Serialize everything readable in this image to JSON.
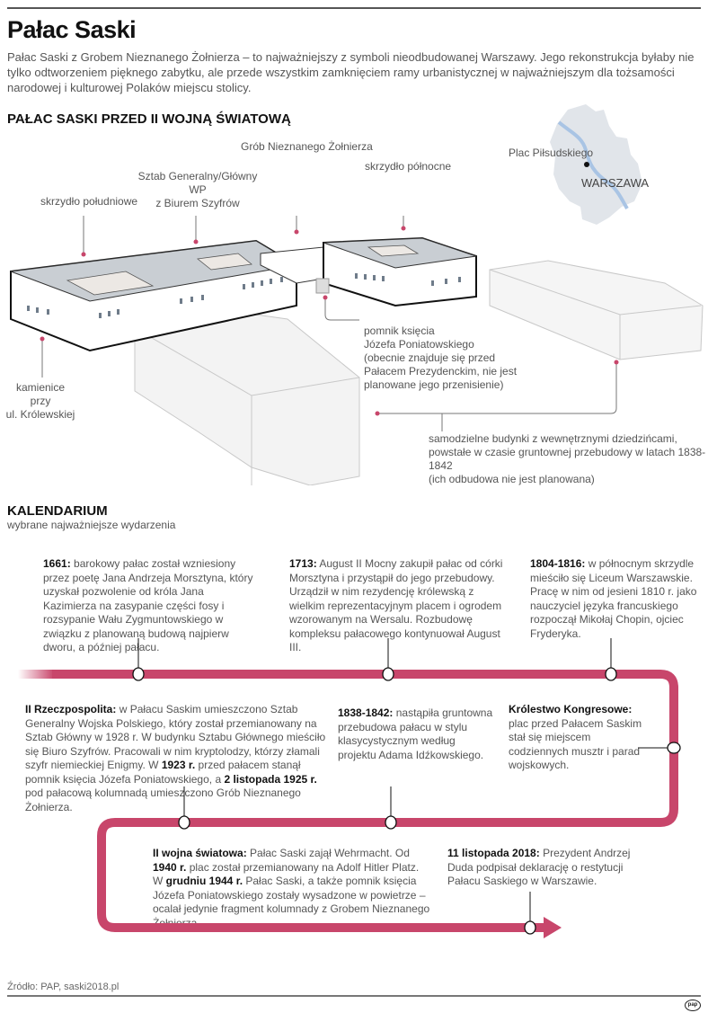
{
  "header": {
    "title": "Pałac Saski",
    "intro": "Pałac Saski z Grobem Nieznanego Żołnierza – to najważniejszy z symboli nieodbudowanej Warszawy. Jego rekonstrukcja byłaby nie tylko odtworzeniem pięknego zabytku, ale przede wszystkim zamknięciem ramy urbanistycznej w najważniejszym dla tożsamości narodowej i kulturowej Polaków miejscu stolicy."
  },
  "prewar": {
    "heading": "PAŁAC SASKI PRZED II WOJNĄ ŚWIATOWĄ",
    "labels": {
      "grob": "Grób Nieznanego Żołnierza",
      "sztab_line1": "Sztab Generalny/Główny WP",
      "sztab_line2": "z Biurem Szyfrów",
      "poludniowe": "skrzydło południowe",
      "polnocne": "skrzydło północne",
      "kamienice_line1": "kamienice przy",
      "kamienice_line2": "ul. Królewskiej",
      "pomnik_line1": "pomnik księcia",
      "pomnik_line2": "Józefa Poniatowskiego",
      "pomnik_line3": "(obecnie znajduje się przed",
      "pomnik_line4": "Pałacem Prezydenckim, nie jest",
      "pomnik_line5": "planowane jego przenisienie)",
      "budynki_line1": "samodzielne budynki z wewnętrznymi dziedzińcami,",
      "budynki_line2": "powstałe w czasie gruntownej przebudowy w latach 1838-1842",
      "budynki_line3": "(ich odbudowa nie jest planowana)"
    },
    "map": {
      "place": "Plac Piłsudskiego",
      "city": "WARSZAWA"
    }
  },
  "calendar": {
    "heading": "KALENDARIUM",
    "subheading": "wybrane najważniejsze wydarzenia",
    "events": [
      {
        "date": "1661:",
        "text": "barokowy pałac został wzniesiony przez poetę Jana Andrzeja Morsztyna, który uzyskał pozwolenie od króla Jana Kazimierza na zasypanie części fosy i rozsypanie Wału Zygmuntowskiego w związku z planowaną budową najpierw dworu, a później pałacu."
      },
      {
        "date": "1713:",
        "text": "August II Mocny zakupił pałac od córki Morsztyna i przystąpił do jego przebudowy. Urządził w nim rezydencję królewską z wielkim reprezentacyjnym placem i ogrodem wzorowanym na Wersalu. Rozbudowę kompleksu pałacowego kontynuował August III."
      },
      {
        "date": "1804-1816:",
        "text": "w północnym skrzydle mieściło się Liceum Warszawskie. Pracę w nim od jesieni 1810 r. jako nauczyciel języka francuskiego rozpoczął Mikołaj Chopin, ojciec Fryderyka."
      },
      {
        "date": "Królestwo Kongresowe:",
        "text": "plac przed Pałacem Saskim stał się miejscem codziennych musztr i parad wojskowych."
      },
      {
        "date": "1838-1842:",
        "text": "nastąpiła gruntowna przebudowa pałacu w stylu klasycystycznym według projektu Adama Idźkowskiego."
      },
      {
        "date": "II Rzeczpospolita:",
        "text_a": "w Pałacu Saskim umieszczono Sztab Generalny Wojska Polskiego, który został przemianowany na Sztab Główny w 1928 r. W budynku Sztabu Głównego mieściło się Biuro Szyfrów. Pracowali w nim kryptolodzy, którzy złamali szyfr niemieckiej Enigmy. W ",
        "bold_a": "1923 r.",
        "text_b": " przed pałacem stanął pomnik księcia Józefa Poniatowskiego, a ",
        "bold_b": "2 listopada 1925 r.",
        "text_c": " pod pałacową kolumnadą umieszczono Grób Nieznanego Żołnierza."
      },
      {
        "date": "II wojna światowa:",
        "text_a": " Pałac Saski zajął Wehrmacht. Od ",
        "bold_a": "1940 r.",
        "text_b": " plac został przemianowany na Adolf Hitler Platz. W ",
        "bold_b": "grudniu 1944 r.",
        "text_c": " Pałac Saski, a także pomnik księcia Józefa Poniatowskiego zostały wysadzone w powietrze – ocalał jedynie fragment kolumnady z Grobem Nieznanego Żołnierza."
      },
      {
        "date": "11 listopada 2018:",
        "text": "Prezydent Andrzej Duda podpisał deklarację o restytucji Pałacu Saskiego w Warszawie."
      }
    ]
  },
  "footer": {
    "source": "Źródło: PAP, saski2018.pl",
    "logo": "pap"
  },
  "colors": {
    "accent": "#c8466b",
    "map_fill": "#e1e5ea",
    "river": "#a9c4e4",
    "building_roof": "#c9ced3",
    "ghost": "#d8d8d8"
  }
}
